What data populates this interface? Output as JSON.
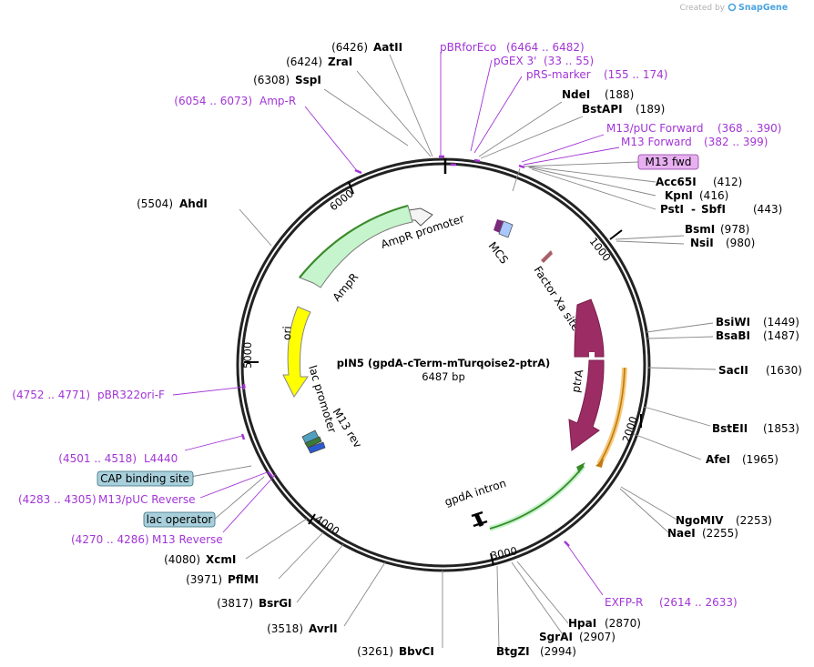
{
  "header": {
    "created_by": "Created by",
    "brand": "SnapGene"
  },
  "plasmid": {
    "name": "pIN5 (gpdA-cTerm-mTurqoise2-ptrA)",
    "length": "6487 bp"
  },
  "ring_ticks": [
    "1000",
    "2000",
    "3000",
    "4000",
    "5000",
    "6000"
  ],
  "features": [
    {
      "id": "ampr_promoter",
      "label": "AmpR promoter"
    },
    {
      "id": "ampr",
      "label": "AmpR"
    },
    {
      "id": "ori",
      "label": "ori"
    },
    {
      "id": "lac_promoter",
      "label": "lac promoter"
    },
    {
      "id": "m13rev",
      "label": "M13 rev"
    },
    {
      "id": "mcs",
      "label": "MCS"
    },
    {
      "id": "factor_xa",
      "label": "Factor Xa site"
    },
    {
      "id": "ptra",
      "label": "ptrA"
    },
    {
      "id": "gpda_intron",
      "label": "gpdA intron"
    }
  ],
  "sites": [
    {
      "id": "aatii",
      "pos": "(6426)",
      "name": "AatII"
    },
    {
      "id": "zrai",
      "pos": "(6424)",
      "name": "ZraI"
    },
    {
      "id": "sspi",
      "pos": "(6308)",
      "name": "SspI"
    },
    {
      "id": "ahdi",
      "pos": "(5504)",
      "name": "AhdI"
    },
    {
      "id": "ndei",
      "pos": "(188)",
      "name": "NdeI"
    },
    {
      "id": "bstapi",
      "pos": "(189)",
      "name": "BstAPI"
    },
    {
      "id": "acc65i",
      "pos": "(412)",
      "name": "Acc65I"
    },
    {
      "id": "kpni",
      "pos": "(416)",
      "name": "KpnI"
    },
    {
      "id": "psti",
      "pos": "(443)",
      "name": "PstI",
      "name2": "SbfI"
    },
    {
      "id": "bsmi",
      "pos": "(978)",
      "name": "BsmI"
    },
    {
      "id": "nsii",
      "pos": "(980)",
      "name": "NsiI"
    },
    {
      "id": "bsiwi",
      "pos": "(1449)",
      "name": "BsiWI"
    },
    {
      "id": "bsabi",
      "pos": "(1487)",
      "name": "BsaBI"
    },
    {
      "id": "sacii",
      "pos": "(1630)",
      "name": "SacII"
    },
    {
      "id": "bsteii",
      "pos": "(1853)",
      "name": "BstEII"
    },
    {
      "id": "afei",
      "pos": "(1965)",
      "name": "AfeI"
    },
    {
      "id": "ngomiv",
      "pos": "(2253)",
      "name": "NgoMIV"
    },
    {
      "id": "naei",
      "pos": "(2255)",
      "name": "NaeI"
    },
    {
      "id": "hpai",
      "pos": "(2870)",
      "name": "HpaI"
    },
    {
      "id": "sgrai",
      "pos": "(2907)",
      "name": "SgrAI"
    },
    {
      "id": "btgzi",
      "pos": "(2994)",
      "name": "BtgZI"
    },
    {
      "id": "bbvci",
      "pos": "(3261)",
      "name": "BbvCI"
    },
    {
      "id": "avrii",
      "pos": "(3518)",
      "name": "AvrII"
    },
    {
      "id": "bsrgi",
      "pos": "(3817)",
      "name": "BsrGI"
    },
    {
      "id": "pflmi",
      "pos": "(3971)",
      "name": "PflMI"
    },
    {
      "id": "xcmi",
      "pos": "(4080)",
      "name": "XcmI"
    }
  ],
  "primers": [
    {
      "id": "pbrforeco",
      "name": "pBRforEco",
      "range": "(6464 .. 6482)"
    },
    {
      "id": "pgex3",
      "name": "pGEX 3'",
      "range": "(33 .. 55)"
    },
    {
      "id": "prsmarker",
      "name": "pRS-marker",
      "range": "(155 .. 174)"
    },
    {
      "id": "ampr_p",
      "name": "Amp-R",
      "range": "(6054 .. 6073)"
    },
    {
      "id": "m13puc_f",
      "name": "M13/pUC Forward",
      "range": "(368 .. 390)"
    },
    {
      "id": "m13f",
      "name": "M13 Forward",
      "range": "(382 .. 399)"
    },
    {
      "id": "pbr322",
      "name": "pBR322ori-F",
      "range": "(4752 .. 4771)"
    },
    {
      "id": "l4440",
      "name": "L4440",
      "range": "(4501 .. 4518)"
    },
    {
      "id": "m13puc_r",
      "name": "M13/pUC Reverse",
      "range": "(4283 .. 4305)"
    },
    {
      "id": "m13r",
      "name": "M13 Reverse",
      "range": "(4270 .. 4286)"
    },
    {
      "id": "exfpr",
      "name": "EXFP-R",
      "range": "(2614 .. 2633)"
    }
  ],
  "boxes": [
    {
      "id": "m13fwd",
      "label": "M13 fwd"
    },
    {
      "id": "cap",
      "label": "CAP binding site"
    },
    {
      "id": "lacop",
      "label": "lac operator"
    }
  ]
}
